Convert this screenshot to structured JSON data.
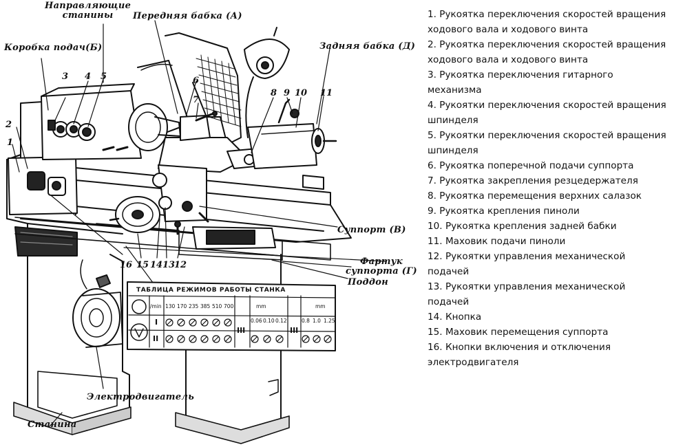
{
  "diagram": {
    "labels": {
      "guides": "Направляющие\nстанины",
      "headstock": "Передняя бабка (А)",
      "feedbox": "Коробка подач(Б)",
      "tailstock": "Задняя бабка (Д)",
      "carriage": "Суппорт (В)",
      "apron": "Фартук\nсуппорта (Г)",
      "tray": "Поддон",
      "motor": "Электродвигатель",
      "bed": "Станина"
    },
    "numbers": [
      "1",
      "2",
      "3",
      "4",
      "5",
      "6",
      "7",
      "8",
      "9",
      "10",
      "11",
      "12",
      "13",
      "14",
      "15",
      "16"
    ],
    "mode_table": {
      "title": "ТАБЛИЦА РЕЖИМОВ РАБОТЫ СТАНКА",
      "unit_speed": "/min",
      "speeds": [
        "130",
        "170",
        "235",
        "385",
        "510",
        "700"
      ],
      "unit_feed": "mm",
      "unit_thread": "mm",
      "feeds": [
        "0.06",
        "0.10",
        "0.12"
      ],
      "threads": [
        "0.8",
        "1.0",
        "1.25"
      ],
      "roman_1": "I",
      "roman_2": "II",
      "roman_3": "III"
    }
  },
  "legend": [
    "1. Рукоятка переключения скоростей вращения ходового вала и ходового винта",
    "2. Рукоятка переключения скоростей вращения ходового вала и ходового винта",
    "3. Рукоятка переключения гитарного механизма",
    "4. Рукоятки переключения скоростей вращения шпинделя",
    "5. Рукоятки переключения скоростей вращения шпинделя",
    "6. Рукоятка поперечной подачи суппорта",
    "7. Рукоятка закрепления резцедержателя",
    "8. Рукоятка перемещения верхних салазок",
    "9. Рукоятка крепления пиноли",
    "10. Рукоятка крепления задней бабки",
    "11. Маховик подачи пиноли",
    "12. Рукоятки управления механической подачей",
    "13. Рукоятки управления механической подачей",
    "14. Кнопка",
    "15. Маховик перемещения суппорта",
    "16. Кнопки включения и отключения электродвигателя"
  ]
}
